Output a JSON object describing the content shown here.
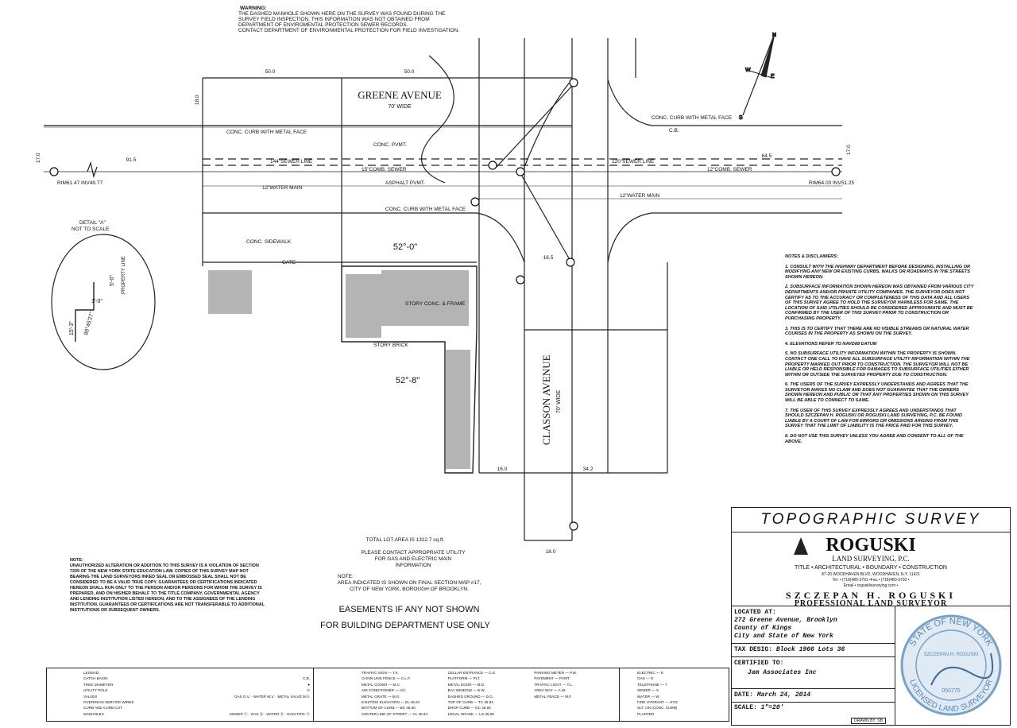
{
  "warning": {
    "heading": "WARNING:",
    "body": "THE DASHED MANHOLE SHOWN HERE ON THE SURVEY WAS FOUND DURING THE SURVEY FIELD INSPECTION. THIS INFORMATION WAS NOT OBTAINED FROM DEPARTMENT OF ENVIROMENTAL PROTECTION SEWER RECORDS.",
    "body2": "CONTACT DEPARTMENT OF ENVIRONMENTAL PROTECTION FOR FIELD INVESTIGATION."
  },
  "streets": {
    "greene": {
      "name": "GREENE AVENUE",
      "width": "70' WIDE"
    },
    "classon": {
      "name": "CLASSON AVENUE",
      "width": "70' WIDE"
    }
  },
  "labels": {
    "dim_50a": "50.0",
    "dim_50b": "50.0",
    "dim_18a": "18.0",
    "dim_18b": "18.0",
    "dim_17a": "17.0",
    "dim_17b": "17.0",
    "dim_915": "91.5",
    "dim_645": "64.5",
    "dim_165": "16.5",
    "dim_342": "34.2",
    "dim_160": "16.0",
    "sewer_line_a": "144\"SEWER LINE",
    "sewer_line_b": "120\"SEWER LINE",
    "comb_sewer_15": "15\"COMB. SEWER",
    "comb_sewer_12": "12\"COMB. SEWER",
    "water_main_a": "12\"WATER MAIN",
    "water_main_b": "12\"WATER MAIN",
    "conc_curb_a": "CONC. CURB WITH METAL FACE",
    "conc_curb_b": "CONC. CURB WITH METAL FACE",
    "conc_curb_c": "CONC. CURB WITH METAL FACE",
    "conc_pvmt": "CONC. PVMT.",
    "asphalt_pvmt": "ASPHALT PVMT.",
    "conc_sidewalk": "CONC. SIDEWALK",
    "angle_a": "52°-0\"",
    "angle_b": "52°-8\"",
    "story_a": "STORY CONC. & FRAME",
    "story_b": "STORY BRICK",
    "cb": "C.B.",
    "gate": "GATE",
    "rim_left": "RIM61.47 INV49.77",
    "rim_right": "RIM64.00 INV51.25"
  },
  "detail": {
    "title": "DETAIL \"A\"",
    "subtitle": "NOT TO SCALE",
    "dim_a": "1'-0\"",
    "dim_b": "5'-0\"",
    "dim_c": "15'-3\"",
    "angle": "88°45'27\"",
    "prop_line": "PROPERTY LINE"
  },
  "center_notes": {
    "lot_area": "TOTAL LOT AREA IS 1312.7 sq.ft.",
    "utility": "PLEASE CONTACT APPROPRIATE UTILITY FOR GAS AND ELECTRIC MAIN INFORMATION",
    "note_head": "NOTE:",
    "note_body": "AREA INDICATED IS SHOWN ON FINAL SECTION MAP #17, CITY OF NEW YORK, BOROUGH OF BROOKLYN.",
    "easements": "EASEMENTS IF ANY NOT SHOWN",
    "building_dept": "FOR BUILDING DEPARTMENT USE ONLY"
  },
  "left_note": {
    "head": "NOTE:",
    "body": "UNAUTHORIZED ALTERATION OR ADDITION TO THIS SURVEY IS A VIOLATION OF SECTION 7209 OF THE NEW YORK STATE EDUCATION LAW. COPIES OF THIS SURVEY MAP NOT BEARING THE LAND SURVEYORS INKED SEAL OR EMBOSSED SEAL SHALL NOT BE CONSIDERED TO BE A VALID TRUE COPY. GUARANTEES OR CERTIFICATIONS INDICATED HEREON SHALL RUN ONLY TO THE PERSON AND/OR PERSONS FOR WHOM THE SURVEY IS PREPARED, AND ON HIS/HER BEHALF TO THE TITLE COMPANY, GOVERNMENTAL AGENCY AND LENDING INSTITUTION LISTED HEREON, AND TO THE ASSIGNEES OF THE LENDING INSTITUTION. GUARANTEES OR CERTIFICATIONS ARE NOT TRANSFERABLE TO ADDITIONAL INSTITUTIONS OR SUBSEQUENT OWNERS."
  },
  "disclaimers": {
    "head": "NOTES & DISCLAIMERS:",
    "items": [
      "1. CONSULT WITH THE HIGHWAY DEPARTMENT BEFORE DESIGNING, INSTALLING OR MODIFYING ANY NEW OR EXISTING CURBS, WALKS OR ROADWAYS IN THE STREETS SHOWN HEREON.",
      "2. SUBSURFACE INFORMATION SHOWN HEREON WAS OBTAINED FROM VARIOUS CITY DEPARTMENTS AND/OR PRIVATE UTILITY COMPANIES. THE SURVEYOR DOES NOT CERTIFY AS TO THE ACCURACY OR COMPLETENESS OF THIS DATA AND ALL USERS OF THIS SURVEY AGREE TO HOLD THE SURVEYOR HARMLESS FOR SAME. THE LOCATION OF SAID UTILITIES SHOULD BE CONSIDERED APPROXIMATE AND MUST BE CONFIRMED BY THE USER OF THIS SURVEY PRIOR TO CONSTRUCTION OR PURCHASING PROPERTY.",
      "3. THIS IS TO CERTIFY THAT THERE ARE NO VISIBLE STREAMS OR NATURAL WATER COURSES IN THE PROPERTY AS SHOWN ON THE SURVEY.",
      "4. ELEVATIONS REFER TO NAVD88 DATUM",
      "5. NO SUBSURFACE UTILITY INFORMATION WITHIN THE PROPERTY IS SHOWN. CONTACT ONE CALL TO HAVE ALL SUBSURFACE UTILITY INFORMATION WITHIN THE PROPERTY MARKED OUT PRIOR TO CONSTRUCTION. THE SURVEYOR WILL NOT BE LIABLE OR HELD RESPONSIBLE FOR DAMAGES TO SUBSURFACE UTILITIES EITHER WITHIN OR OUTSIDE THE SURVEYED PROPERTY DUE TO CONSTRUCTION.",
      "6. THE USERS OF THE SURVEY EXPRESSLY UNDERSTANDS AND AGREES THAT THE SURVEYOR MAKES NO CLAIM AND DOES NOT GUARANTEE THAT THE OWNERS SHOWN HEREON AND PUBLIC OR THAT ANY PROPERTIES SHOWN ON THIS SURVEY WILL BE ABLE TO CONNECT TO SAME.",
      "7. THE USER OF THIS SURVEY EXPRESSLY AGREES AND UNDERSTANDS THAT SHOULD SZCZEPAN H. ROGUSKI OR ROGUSKI LAND SURVEYING, P.C. BE FOUND LIABLE BY A COURT OF LAW FOR ERRORS OR OMISSIONS ARISING FROM THIS SURVEY THAT THE LIMIT OF LIABILITY IS THE PRICE PAID FOR THIS SURVEY.",
      "8. DO NOT USE THIS SURVEY UNLESS YOU AGREE AND CONSENT TO ALL OF THE ABOVE."
    ]
  },
  "title_block": {
    "title": "TOPOGRAPHIC SURVEY",
    "company": "ROGUSKI",
    "company_sub": "LAND SURVEYING, P.C.",
    "services": "TITLE • ARCHITECTURAL • BOUNDARY • CONSTRUCTION",
    "address": "87-20 WOODHAVEN BLVD, WOODHAVEN, N.Y. 11421",
    "phone": "Tel. • (718)480-3791 •Fax.• (718)480-3792 •",
    "email": "Email • rogusklsurveying.com •",
    "surveyor_name": "SZCZEPAN H. ROGUSKI",
    "surveyor_title": "PROFESSIONAL LAND SURVEYOR",
    "located_label": "LOCATED AT:",
    "address_lines": [
      "272 Greene Avenue, Brooklyn",
      "County of Kings",
      "City and State of New York"
    ],
    "tax_label": "TAX DESIG:",
    "tax_value": "Block 1966 Lots 36",
    "certified_label": "CERTIFIED TO:",
    "certified_value": "Jam Associates Inc",
    "date_label": "DATE:",
    "date_value": "March 24, 2014",
    "scale_label": "SCALE:",
    "scale_value": "1\"=20'",
    "drawn_by": "DRAWN BY: SB",
    "seal_top": "STATE OF NEW YORK",
    "seal_bottom": "LICENSED LAND SURVEYOR",
    "seal_name": "SZCZEPAN H. ROGUSKI",
    "seal_number": "050775"
  },
  "legend": {
    "col1": [
      "LEGEND:",
      "CATCH BASIN",
      "TREE DIAMETER",
      "UTILITY POLE",
      "VALVES",
      "OVERHEAD SERVICE WIRES",
      "CURB AND CURB CUT",
      "MANHOLES"
    ],
    "col1_vals": [
      "",
      "C.B.",
      "●",
      "⊙",
      "GAS G.V. · WATER W.V. · METAL VALVE M.V.",
      "",
      "",
      "SEWER ⓢ · GAS ⓖ · WATER ⓦ · ELECTRIC ⓔ"
    ],
    "col2": [
      "TRAFFIC SIGN — T.S.",
      "CHAIN LINK FENCE — C.L.F.",
      "METAL COVER — M.C.",
      "AIR CONDITIONER — A/C",
      "METAL GRATE — M.G.",
      "EXISTING ELEVATION — EL 45.64",
      "BOTTOM OF CURB — BC 45.60",
      "CENTER LINE OF STREET — CL 45.64"
    ],
    "col3": [
      "CELLAR ENTRANCE — C.E.",
      "PLATFORM — PLT.",
      "METAL DOOR — M.D.",
      "BAY WINDOW — B.W.",
      "DASHED GROUND — D.G.",
      "TOP OF CURB — TC 45.64",
      "DROP CURB — DC 45.60",
      "LEGAL GRADE — LG 45.60"
    ],
    "col4": [
      "PARKING METER — P.M.",
      "PAVEMENT — PVMT.",
      "TRAFFIC LIGHT — T.L.",
      "AREA WAY — A.W.",
      "METAL FENCE — M.F.",
      "",
      "",
      ""
    ],
    "col5": [
      "ELECTRIC — E",
      "GAS — G",
      "TELEPHONE — T",
      "SEWER — S",
      "WATER — W",
      "FIRE HYDRANT — HYD",
      "SLT. ON (CONC. CURB)",
      "PLANTER"
    ]
  },
  "compass": {
    "north": "N",
    "east": "E",
    "west": "W",
    "south": "S"
  }
}
